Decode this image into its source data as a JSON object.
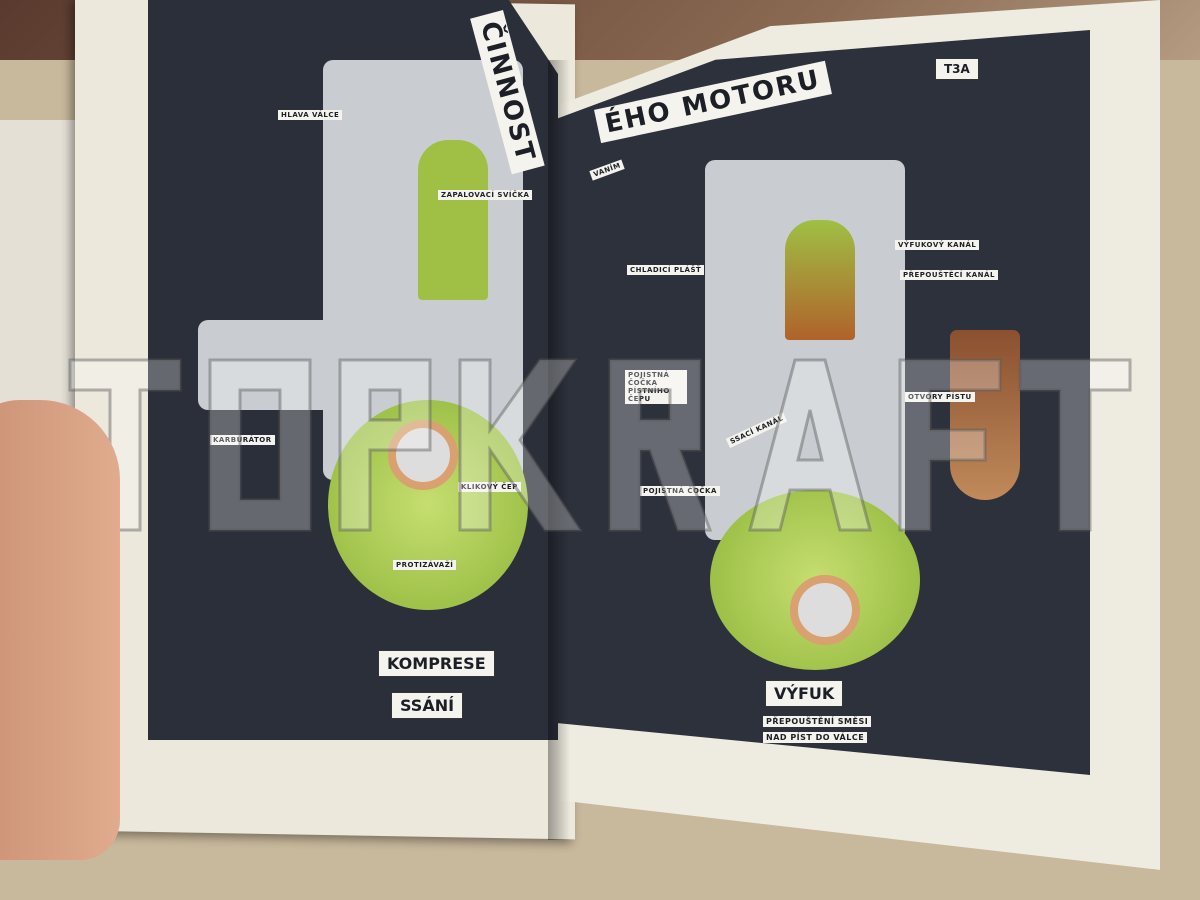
{
  "watermark": "TOPKRAFT",
  "left_page": {
    "title": "ČINNOST",
    "labels": [
      "HLAVA VÁLCE",
      "ZAPALOVACÍ SVÍČKA",
      "KARBURÁTOR",
      "KLIKOVÝ ČEP",
      "PROTIZÁVAŽÍ"
    ],
    "stage_top": "KOMPRESE",
    "stage_bottom": "SSÁNÍ"
  },
  "right_page": {
    "title": "ÉHO MOTORU",
    "subtitle": "VANÍM",
    "code": "T3A",
    "labels": [
      "CHLADICÍ PLÁŠŤ",
      "POJISTNÁ ČOČKA PÍSTNÍHO ČEPU",
      "POJISTNÁ ČOČKA",
      "VÝFUKOVÝ KANÁL",
      "PŘEPOUŠTĚCÍ KANÁL",
      "SSACÍ KANÁL",
      "OTVORY PÍSTU"
    ],
    "stage": "VÝFUK",
    "stage_note_1": "PŘEPOUŠTĚNÍ SMĚSI",
    "stage_note_2": "NAD PÍST DO VÁLCE"
  }
}
